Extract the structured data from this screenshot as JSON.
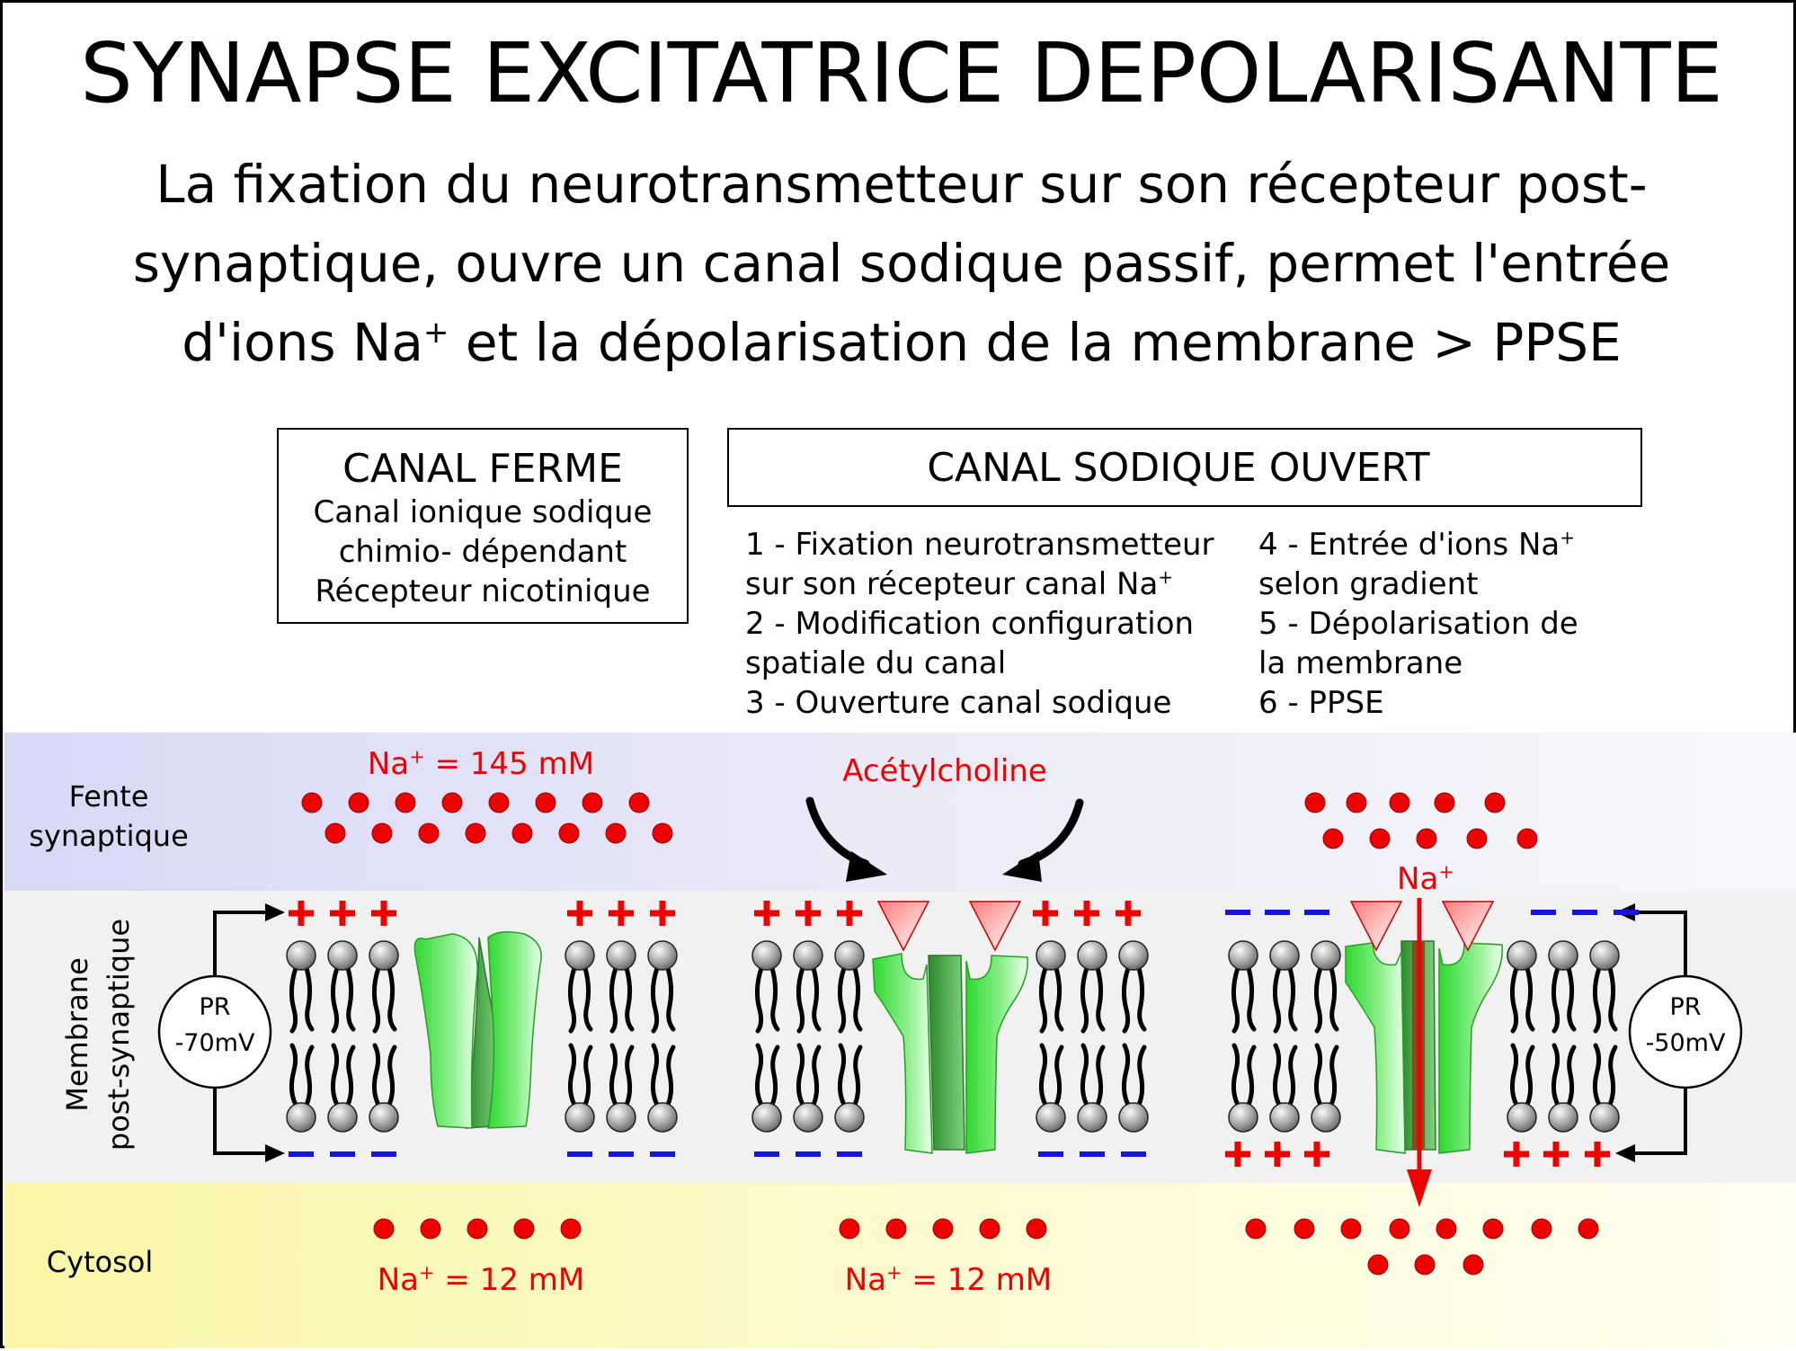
{
  "title": "SYNAPSE EXCITATRICE DEPOLARISANTE",
  "subtitle": {
    "line1": "La fixation du neurotransmetteur sur son récepteur post-",
    "line2": "synaptique, ouvre un canal sodique passif, permet l'entrée",
    "line3_before": "d'ions Na",
    "line3_sup": "+",
    "line3_after": " et la dépolarisation de la membrane >  PPSE"
  },
  "closed_box": {
    "heading": "CANAL FERME",
    "line1": "Canal ionique sodique",
    "line2": "chimio- dépendant",
    "line3": "Récepteur nicotinique"
  },
  "open_box": {
    "heading": "CANAL SODIQUE OUVERT"
  },
  "steps": {
    "s1a": "1 - Fixation neurotransmetteur",
    "s1b": "sur son récepteur canal Na",
    "s2a": "2 - Modification configuration",
    "s2b": "spatiale du canal",
    "s3": "3 - Ouverture canal sodique",
    "s4a": "4 - Entrée d'ions Na",
    "s4b": "selon gradient",
    "s5a": "5 - Dépolarisation de",
    "s5b": "la membrane",
    "s6": "6 - PPSE",
    "sup": "+"
  },
  "zones": {
    "cleft_line1": "Fente",
    "cleft_line2": "synaptique",
    "membrane_line1": "Membrane",
    "membrane_line2": "post-synaptique",
    "cytosol": "Cytosol"
  },
  "labels": {
    "na_cleft_prefix": "Na",
    "na_cleft_value": " = 145 mM",
    "na_cytosol_prefix": "Na",
    "na_cytosol_value": " = 12 mM",
    "acetylcholine": "Acétylcholine",
    "na_flux": "Na",
    "sup": "+"
  },
  "potentials": {
    "left_label": "PR",
    "left_value": "-70mV",
    "right_label": "PR",
    "right_value": "-50mV"
  },
  "colors": {
    "ion": "#ee0000",
    "label_red": "#ee0000",
    "negative": "#1515e0",
    "channel": "#33dd33",
    "cleft_bg": "#dcdcf8",
    "membrane_bg": "#f1f1f1",
    "cytosol_bg": "#fbf8b4"
  }
}
